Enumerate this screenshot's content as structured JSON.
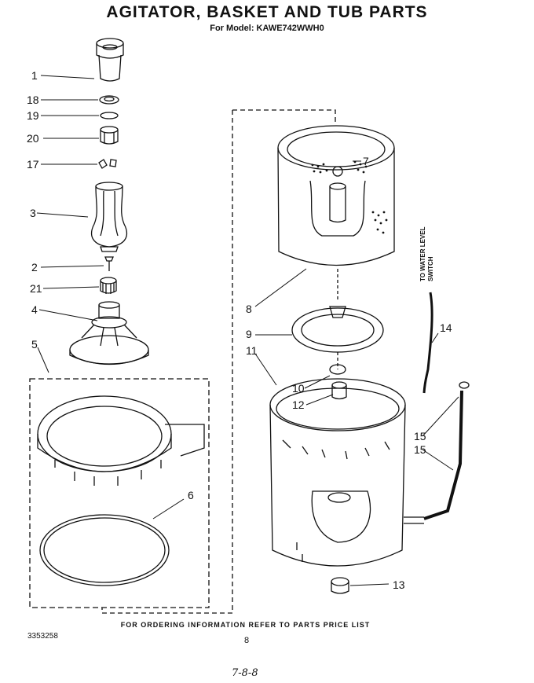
{
  "header": {
    "title": "AGITATOR, BASKET AND TUB PARTS",
    "subtitle": "For Model: KAWE742WWH0"
  },
  "callouts": [
    "1",
    "18",
    "19",
    "20",
    "17",
    "3",
    "2",
    "21",
    "4",
    "5",
    "6",
    "7",
    "8",
    "9",
    "11",
    "10",
    "12",
    "14",
    "15",
    "15",
    "13"
  ],
  "side_label": [
    "TO WATER LEVEL",
    "SWITCH"
  ],
  "footer": {
    "ordering_note": "FOR ORDERING INFORMATION REFER TO PARTS PRICE LIST",
    "doc_number": "3353258",
    "page_number": "8",
    "handwritten_note": "7-8-8"
  }
}
